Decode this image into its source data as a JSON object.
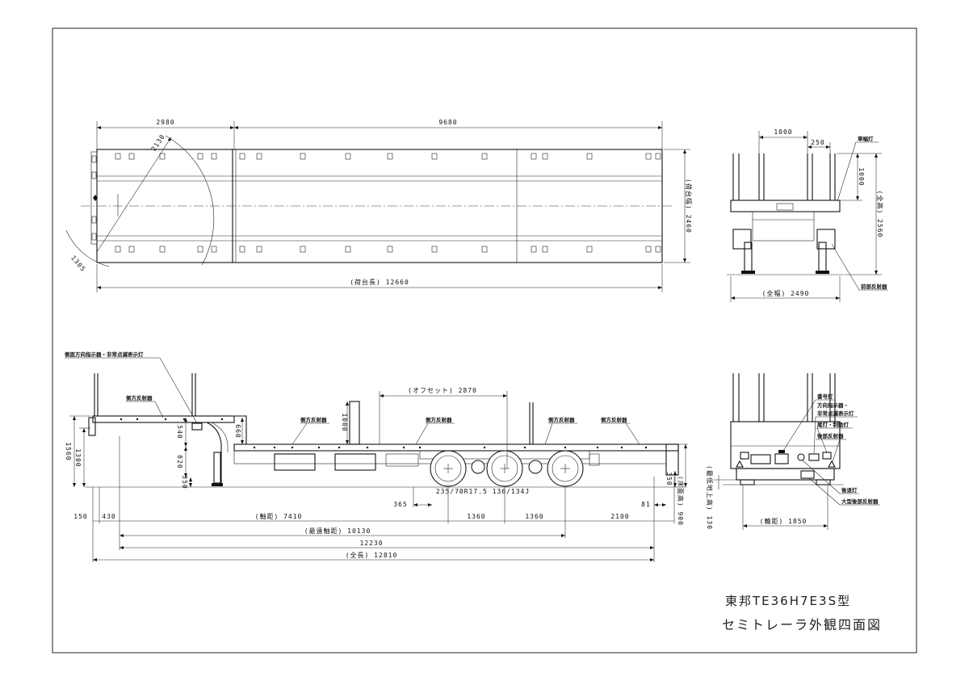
{
  "title": {
    "model": "東邦TE36H7E3S型",
    "name": "セミトレーラ外観四面図"
  },
  "top_view": {
    "front_deck": "2980",
    "rear_deck": "9680",
    "turn_radius": "2130",
    "swing_radius": "1305",
    "deck_width": "(荷台幅) 2460",
    "deck_length": "(荷台長) 12660"
  },
  "front_view": {
    "stake_spacing": "1000",
    "stake_offset": "250",
    "stake_height": "1000",
    "overall_height": "(全高) 2560",
    "overall_width": "(全幅) 2490",
    "clearance_lamp": "車幅灯",
    "front_reflector": "前部反射器"
  },
  "side_view": {
    "turn_signal_label": "側面方向指示器・非常点滅表示灯",
    "side_reflector_labels": [
      "側方反射器",
      "側方反射器",
      "側方反射器",
      "側方反射器",
      "側方反射器"
    ],
    "offset": "(オフセット) 2870",
    "stake_height": "1000",
    "gooseneck_step": "660",
    "d540": "540",
    "d820": "820",
    "d350_front": "350",
    "d1560": "1560",
    "d1300": "1300",
    "tire": "235/70R17.5 136/134J",
    "d365": "365",
    "axle_1": "1360",
    "axle_2": "1360",
    "d81": "81",
    "rear_overhang": "2100",
    "d350_rear": "350",
    "floor_height": "(床面高) 900",
    "d150": "150",
    "d430": "430",
    "wheelbase": "(軸距) 7410",
    "max_wheelbase": "(最遠軸距) 10130",
    "d12230": "12230",
    "overall_length": "(全長) 12810"
  },
  "rear_view": {
    "labels": {
      "license_lamp": "番号灯",
      "turn_signal_1": "方向指示器・",
      "turn_signal_2": "非常点滅表示灯",
      "tail_stop": "尾灯・制動灯",
      "rear_reflector": "後部反射器",
      "reverse_lamp": "後退灯",
      "large_rear_reflector": "大型後部反射器"
    },
    "track": "(輪距) 1850",
    "ground_clearance": "(最低地上高) 130"
  }
}
